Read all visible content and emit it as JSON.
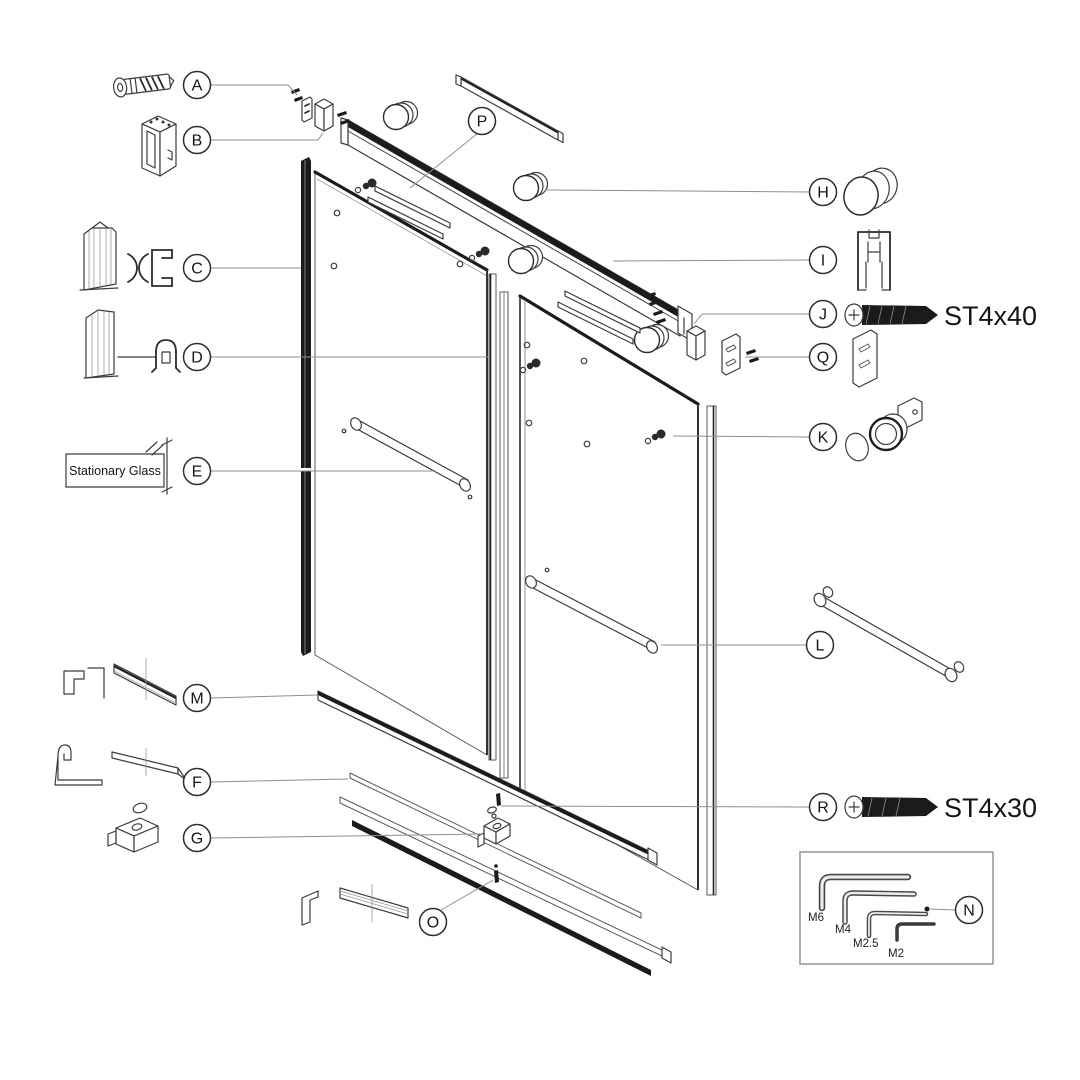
{
  "figure": {
    "type": "exploded-parts-diagram",
    "subject": "sliding glass shower door assembly"
  },
  "callouts": {
    "a": "A",
    "b": "B",
    "c": "C",
    "d": "D",
    "e": "E",
    "f": "F",
    "g": "G",
    "h": "H",
    "i": "I",
    "j": "J",
    "k": "K",
    "l": "L",
    "m": "M",
    "n": "N",
    "o": "O",
    "p": "P",
    "q": "Q",
    "r": "R"
  },
  "labels": {
    "screw_top_size": "ST4x40",
    "screw_bottom_size": "ST4x30",
    "stationary_glass": "Stationary Glass"
  },
  "hex_keys": {
    "m6": "M6",
    "m4": "M4",
    "m25": "M2.5",
    "m2": "M2"
  }
}
